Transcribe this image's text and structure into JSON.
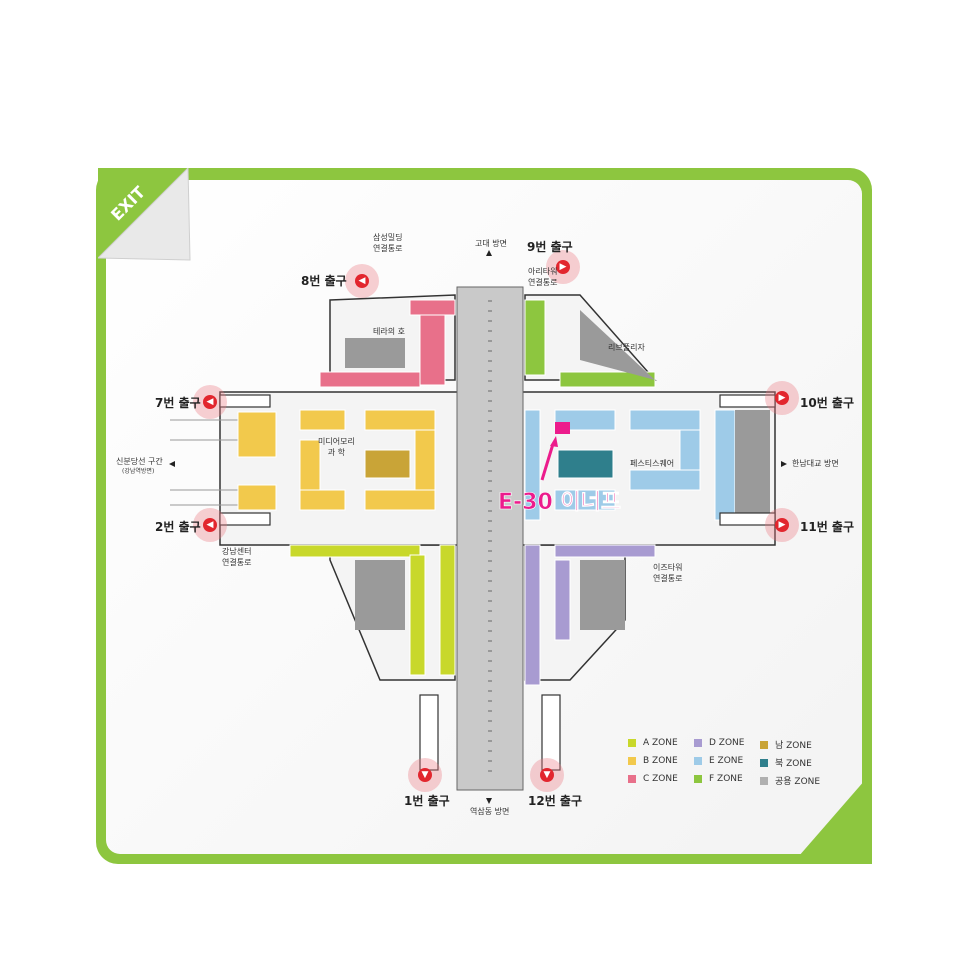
{
  "corner_tab_text": "EXIT",
  "exits": {
    "e1": "1번 출구",
    "e2": "2번 출구",
    "e7": "7번 출구",
    "e8": "8번 출구",
    "e9": "9번 출구",
    "e10": "10번 출구",
    "e11": "11번 출구",
    "e12": "12번 출구"
  },
  "directions": {
    "north": "고대 방면",
    "south": "역삼동 방면",
    "east": "한남대교 방면",
    "west": "신분당선 구간",
    "west_sub": "(강남역방면)"
  },
  "connections": {
    "samsung": "삼성밀딩\n연결통로",
    "arita": "아리타워\n연결통로",
    "gangnam_center": "강남센터\n연결통로",
    "eazy_tower": "이즈타워\n연결통로"
  },
  "areas": {
    "terrace": "테라의 호",
    "media": "미디어모리\n과 학",
    "festival": "페스티스퀘어",
    "reversal": "리브플리자"
  },
  "callout": "E-30 이너프",
  "legend": [
    {
      "label": "A ZONE",
      "color": "#c8d82b"
    },
    {
      "label": "D ZONE",
      "color": "#a89bd1"
    },
    {
      "label": "남 ZONE",
      "color": "#c9a437"
    },
    {
      "label": "B ZONE",
      "color": "#f2c94c"
    },
    {
      "label": "E ZONE",
      "color": "#9ecbe8"
    },
    {
      "label": "북 ZONE",
      "color": "#2f7f8c"
    },
    {
      "label": "C ZONE",
      "color": "#e8708a"
    },
    {
      "label": "F ZONE",
      "color": "#8dc63f"
    },
    {
      "label": "공용 ZONE",
      "color": "#b0b0b0"
    }
  ],
  "colors": {
    "frame": "#8dc63f",
    "highlight": "#ec1c8c",
    "exit_red": "#e2262e"
  }
}
